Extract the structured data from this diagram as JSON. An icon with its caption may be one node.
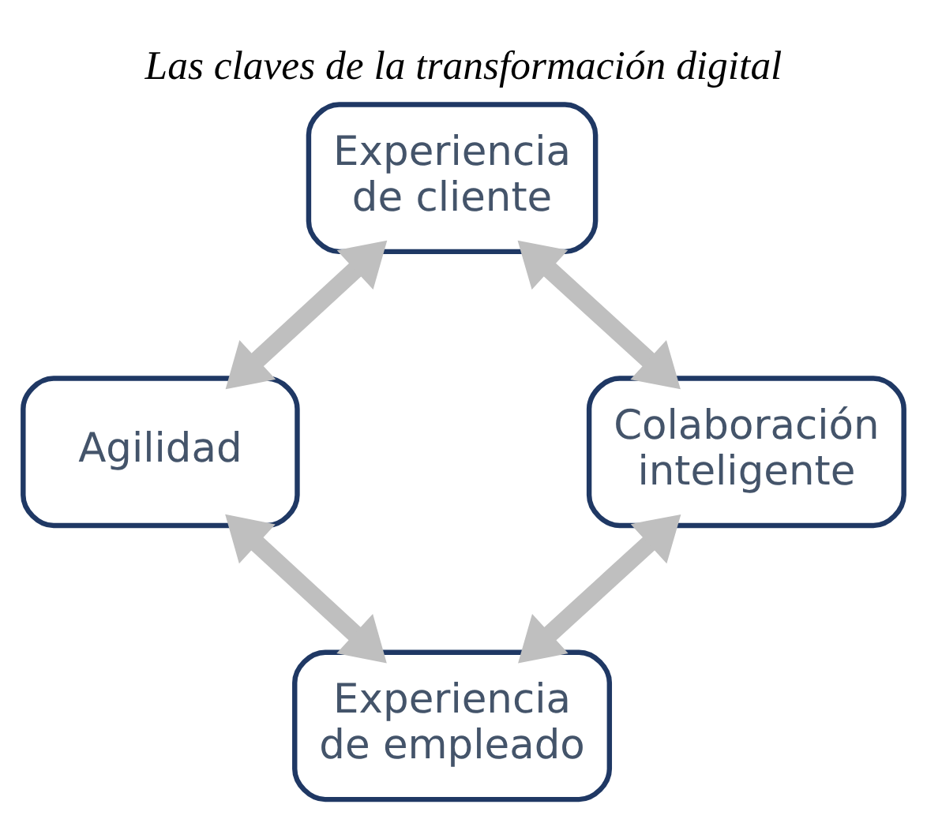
{
  "diagram": {
    "title": "Las claves de la transformación digital",
    "nodes": [
      {
        "text": [
          "Experiencia de cliente"
        ]
      },
      {
        "text": [
          "Agilidad"
        ]
      },
      {
        "text": [
          "Colaboración inteligente"
        ]
      },
      {
        "text": [
          "Experiencia de empleado"
        ]
      }
    ],
    "edges": [
      {
        "from": 0,
        "to": 1,
        "arrow": "both"
      },
      {
        "from": 0,
        "to": 2,
        "arrow": "both"
      },
      {
        "from": 1,
        "to": 3,
        "arrow": "both"
      },
      {
        "from": 2,
        "to": 3,
        "arrow": "both"
      }
    ]
  }
}
